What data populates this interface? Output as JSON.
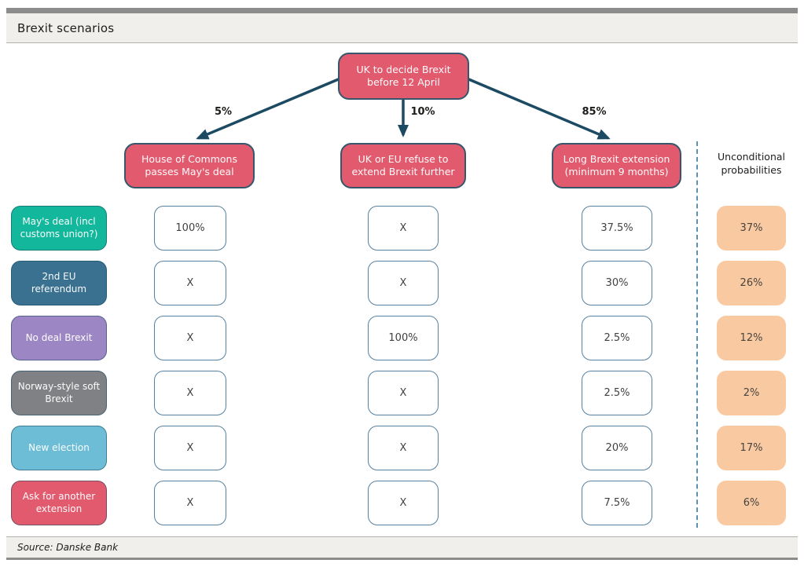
{
  "header": {
    "title": "Brexit scenarios"
  },
  "root": {
    "label": "UK to decide Brexit\nbefore 12 April"
  },
  "branches": [
    {
      "probability": "5%",
      "label": "House of Commons passes May's deal"
    },
    {
      "probability": "10%",
      "label": "UK or EU refuse to extend Brexit further"
    },
    {
      "probability": "85%",
      "label": "Long Brexit extension (minimum 9 months)"
    }
  ],
  "unconditional": {
    "title": "Unconditional probabilities"
  },
  "rows": [
    {
      "label": "May's deal (incl customs union?)",
      "color": "#13b89c",
      "cells": [
        "100%",
        "X",
        "37.5%"
      ],
      "unconditional": "37%"
    },
    {
      "label": "2nd EU referendum",
      "color": "#3a7191",
      "cells": [
        "X",
        "X",
        "30%"
      ],
      "unconditional": "26%"
    },
    {
      "label": "No deal Brexit",
      "color": "#9d86c4",
      "cells": [
        "X",
        "100%",
        "2.5%"
      ],
      "unconditional": "12%"
    },
    {
      "label": "Norway-style soft Brexit",
      "color": "#7f8184",
      "cells": [
        "X",
        "X",
        "2.5%"
      ],
      "unconditional": "2%"
    },
    {
      "label": "New election",
      "color": "#6cbdd5",
      "cells": [
        "X",
        "X",
        "20%"
      ],
      "unconditional": "17%"
    },
    {
      "label": "Ask for another extension",
      "color": "#e25a6e",
      "cells": [
        "X",
        "X",
        "7.5%"
      ],
      "unconditional": "6%"
    }
  ],
  "footer": {
    "source": "Source: Danske Bank"
  },
  "colors": {
    "node_fill": "#e25a6e",
    "node_border": "#35566b",
    "arrow": "#1c4a63",
    "cell_border": "#55809f",
    "unconditional_fill": "#f9c9a1",
    "band_background": "#f1efeb",
    "dashed_separator": "#6090b0"
  }
}
